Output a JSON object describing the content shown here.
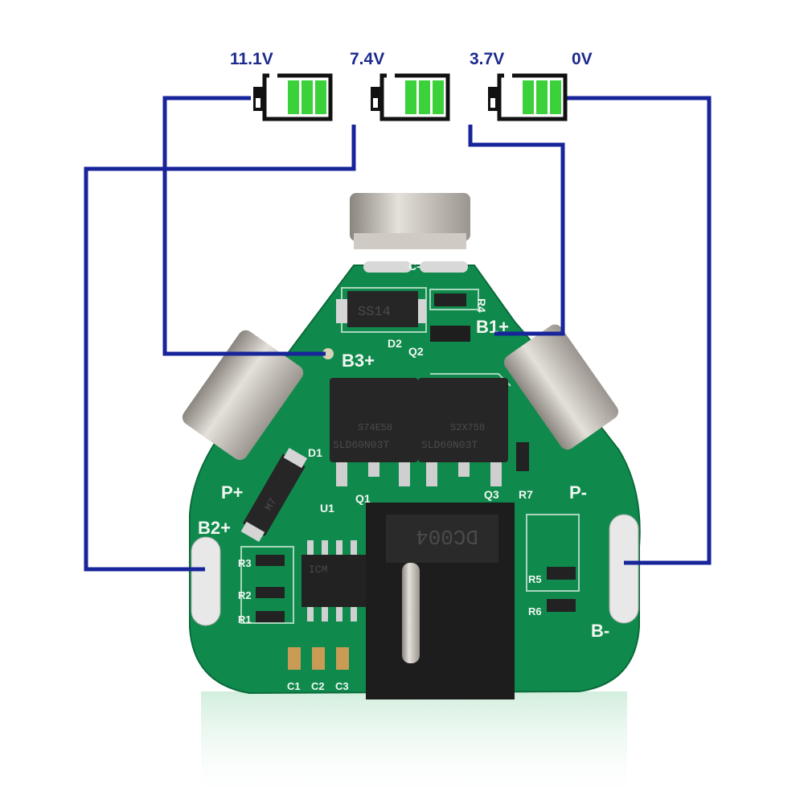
{
  "voltages": [
    {
      "label": "11.1V",
      "battery_level": 1.0
    },
    {
      "label": "7.4V",
      "battery_level": 1.0
    },
    {
      "label": "3.7V",
      "battery_level": 1.0
    },
    {
      "label": "0V",
      "battery_level": 1.0
    }
  ],
  "colors": {
    "wire": "#17249a",
    "battery_fill": "#3ad13a",
    "pcb": "#0f8a4c",
    "metal": "#b9b4ad"
  },
  "board": {
    "pads": {
      "b1": "B1+",
      "b2": "B2+",
      "b3": "B3+",
      "bminus": "B-",
      "pplus": "P+",
      "pminus": "P-",
      "cminus": "C-"
    },
    "components": {
      "d1": "D1",
      "d2": "D2",
      "q1": "Q1",
      "q2": "Q2",
      "q3": "Q3",
      "u1": "U1",
      "r1": "R1",
      "r2": "R2",
      "r3": "R3",
      "r4": "R4",
      "r5": "R5",
      "r6": "R6",
      "r7": "R7",
      "c1": "C1",
      "c2": "C2",
      "c3": "C3"
    },
    "chip_marks": {
      "diode_top": "SS14",
      "diode_left": "M7",
      "mosfet_left_code": "S74E58",
      "mosfet_right_code": "S2X758",
      "mosfet_part": "SLD60N03T",
      "ic": "ICM",
      "connector": "DC004"
    }
  }
}
